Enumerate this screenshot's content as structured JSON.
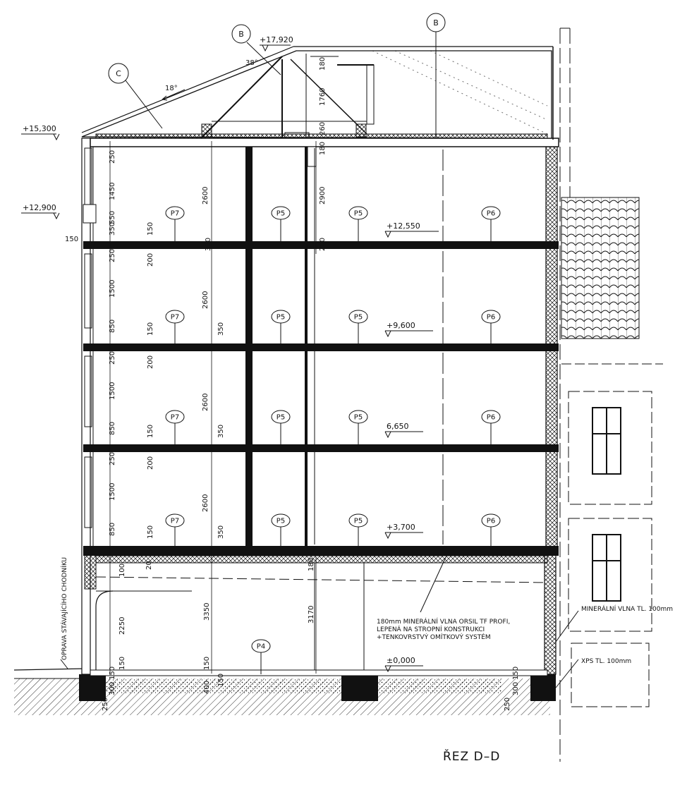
{
  "title": "ŘEZ D–D",
  "levels": [
    "+17,920",
    "+15,300",
    "+12,900",
    "+12,550",
    "+9,600",
    "6,650",
    "+3,700",
    "±0,000"
  ],
  "section_marks": [
    "B",
    "B",
    "C"
  ],
  "roof_angles": [
    "38°",
    "18°"
  ],
  "floor_tags": {
    "upper": [
      "P7",
      "P5",
      "P5",
      "P6"
    ],
    "ground": "P4"
  },
  "dimensions": {
    "roof": [
      "180",
      "1760",
      "260",
      "180"
    ],
    "floor4_left": [
      "250",
      "1450",
      "550",
      "350"
    ],
    "floor4_mid": [
      "2600",
      "150",
      "330",
      "2900",
      "200"
    ],
    "floor3_left": [
      "250",
      "1500",
      "850"
    ],
    "floor3_mid": [
      "200",
      "2600",
      "150",
      "350"
    ],
    "floor2_left": [
      "250",
      "1500",
      "850"
    ],
    "floor2_mid": [
      "200",
      "2600",
      "150",
      "350"
    ],
    "floor1_left": [
      "250",
      "1500",
      "850"
    ],
    "floor1_mid": [
      "200",
      "2600",
      "150",
      "350"
    ],
    "ground_left": [
      "100",
      "2250",
      "150"
    ],
    "ground_mid": [
      "20",
      "3350",
      "150",
      "180",
      "3170"
    ],
    "eave": "150",
    "foundation_left": [
      "250",
      "300",
      "150"
    ],
    "foundation_mid": [
      "400",
      "150"
    ],
    "foundation_right": [
      "250",
      "300",
      "150"
    ]
  },
  "notes": {
    "insulation_ceiling": [
      "180mm MINERÁLNÍ VLNA ORSIL TF PROFI,",
      "LEPENÁ NA STROPNÍ KONSTRUKCI",
      "+TENKOVRSTVÝ OMÍTKOVÝ SYSTÉM"
    ],
    "insulation_wall": "MINERÁLNÍ VLNA TL. 100mm",
    "xps": "XPS TL. 100mm",
    "sidewalk": "OPRAVA STÁVAJÍCÍHO CHODNÍKU"
  }
}
